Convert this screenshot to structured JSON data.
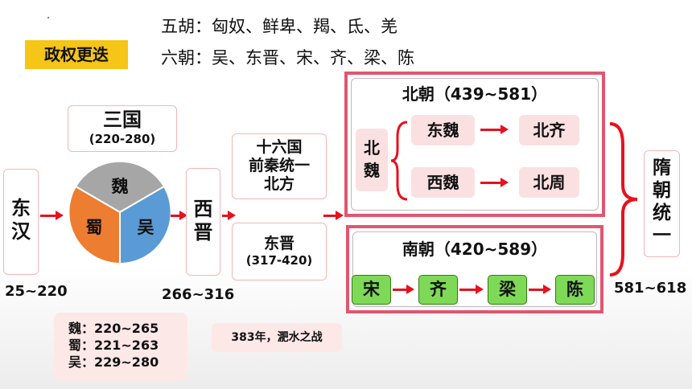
{
  "header": {
    "badge": "政权更迭",
    "wuhu_line": "五胡：匈奴、鲜卑、羯、氐、羌",
    "liuchao_line": "六朝：吴、东晋、宋、齐、梁、陈"
  },
  "timeline": {
    "donghan": {
      "line1": "东",
      "line2": "汉",
      "start": "25~220"
    },
    "sanguo": {
      "title": "三国",
      "years": "(220-280)",
      "kingdoms": [
        "魏",
        "蜀",
        "吴"
      ],
      "colors": {
        "wei": "#a6a6a6",
        "shu": "#ed7d31",
        "wu": "#5b9bd5"
      }
    },
    "xijin": {
      "line1": "西",
      "line2": "晋",
      "years": "266~316"
    },
    "shiliuguo": {
      "line1": "十六国",
      "line2": "前秦统一",
      "line3": "北方"
    },
    "dongjin": {
      "title": "东晋",
      "years": "(317-420)"
    },
    "battle": "383年，淝水之战",
    "sanguo_years": [
      "魏：220~265",
      "蜀：221~263",
      "吴：229~280"
    ]
  },
  "beichao": {
    "title": "北朝（439~581）",
    "beiwei_line1": "北",
    "beiwei_line2": "魏",
    "dongwei": "东魏",
    "beiqi": "北齐",
    "xiwei": "西魏",
    "beizhou": "北周"
  },
  "nanchao": {
    "title": "南朝（420~589）",
    "dynasties": [
      "宋",
      "齐",
      "梁",
      "陈"
    ]
  },
  "sui": {
    "chars": [
      "隋",
      "朝",
      "统",
      "一"
    ],
    "years": "581~618"
  },
  "colors": {
    "arrow": "#e8101e",
    "frame": "#e05670",
    "badge": "#f5c518",
    "green": "#7ed957",
    "pink": "#fbe0e2"
  }
}
